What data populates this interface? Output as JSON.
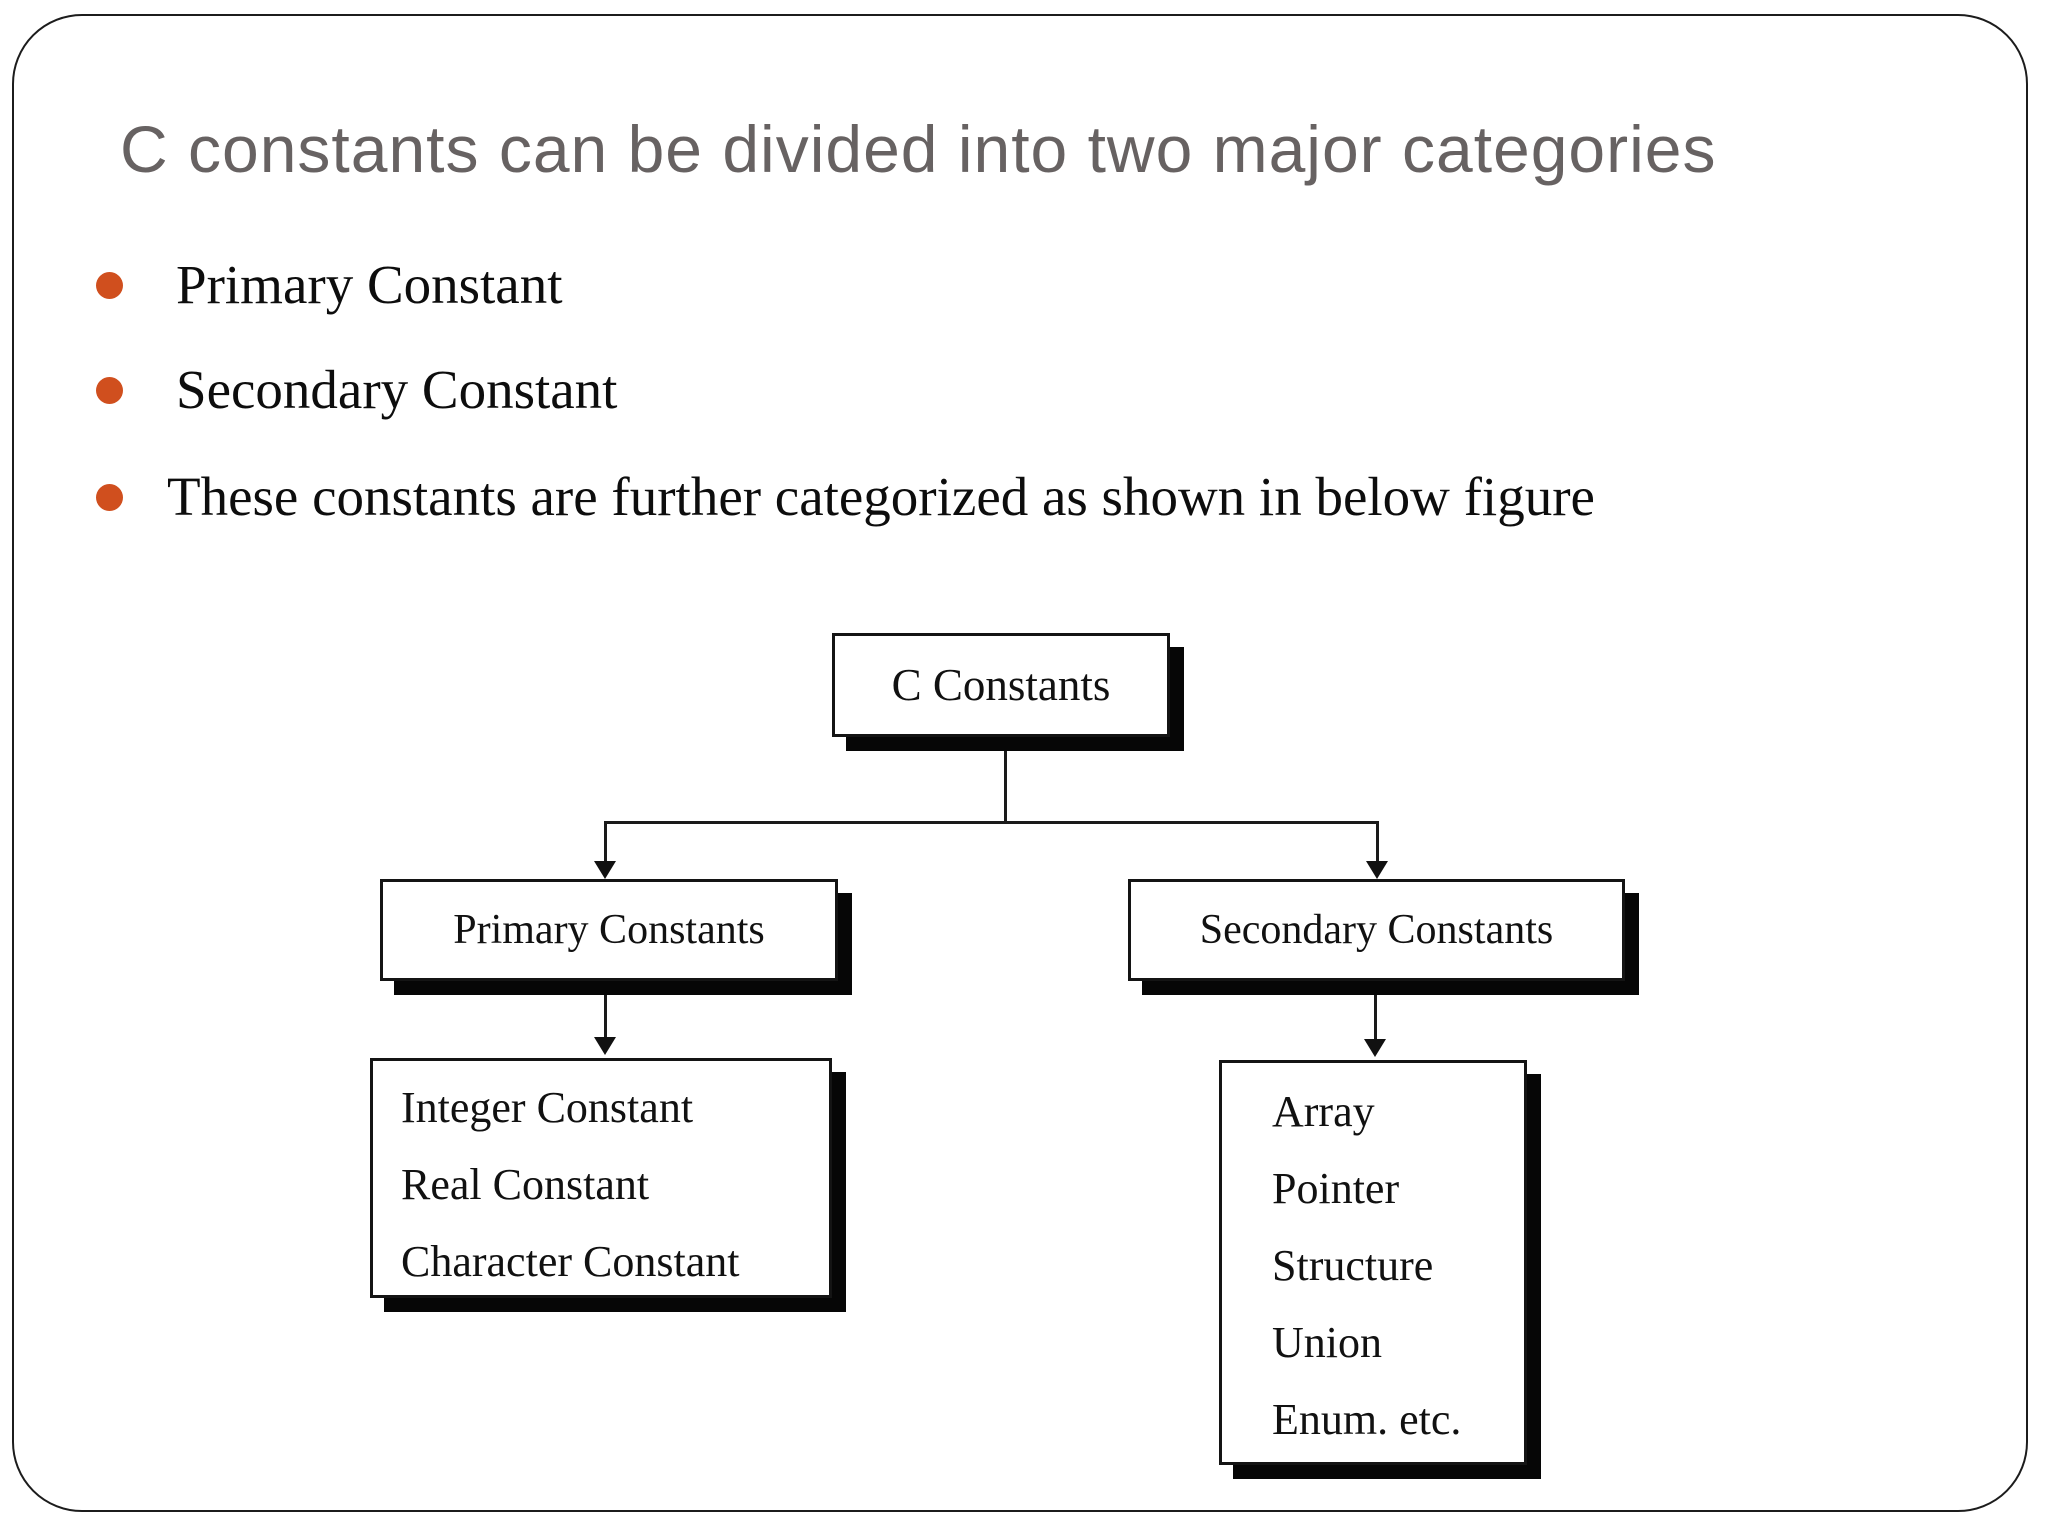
{
  "slide": {
    "title": "C constants can be divided into two major categories",
    "bullets": [
      "Primary Constant",
      "Secondary Constant",
      "These constants are further categorized as shown in below figure"
    ],
    "colors": {
      "title_text": "#676262",
      "bullet_marker": "#d04f1e",
      "body_text": "#0d0d0d",
      "box_border": "#141414",
      "box_shadow": "#060606"
    }
  },
  "diagram": {
    "root": {
      "label": "C Constants"
    },
    "children": [
      {
        "label": "Primary Constants",
        "items": [
          "Integer Constant",
          "Real Constant",
          "Character Constant"
        ]
      },
      {
        "label": "Secondary Constants",
        "items": [
          "Array",
          "Pointer",
          "Structure",
          "Union",
          "Enum. etc."
        ]
      }
    ]
  }
}
